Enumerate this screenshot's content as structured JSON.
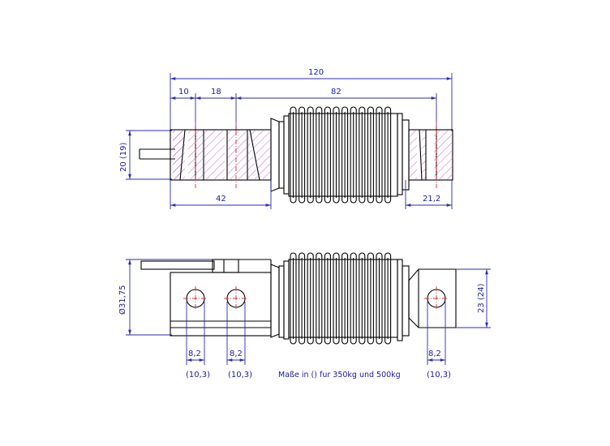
{
  "colors": {
    "dimension": "#1a1aa8",
    "outline": "#000000",
    "centerline": "#e03030",
    "hatch": "#c040c0"
  },
  "top_view": {
    "dim_overall": "120",
    "dim_first": "10",
    "dim_second": "18",
    "dim_third": "82",
    "dim_height": "20 (19)",
    "dim_left_block": "42",
    "dim_right_block": "21,2"
  },
  "front_view": {
    "dim_height_left": "Ø31,75",
    "dim_height_right": "23 (24)",
    "hole_dim_1": "8,2",
    "hole_alt_1": "(10,3)",
    "hole_dim_2": "8,2",
    "hole_alt_2": "(10,3)",
    "hole_dim_3": "8,2",
    "hole_alt_3": "(10,3)"
  },
  "note": "Maße in () fur 350kg und 500kg"
}
